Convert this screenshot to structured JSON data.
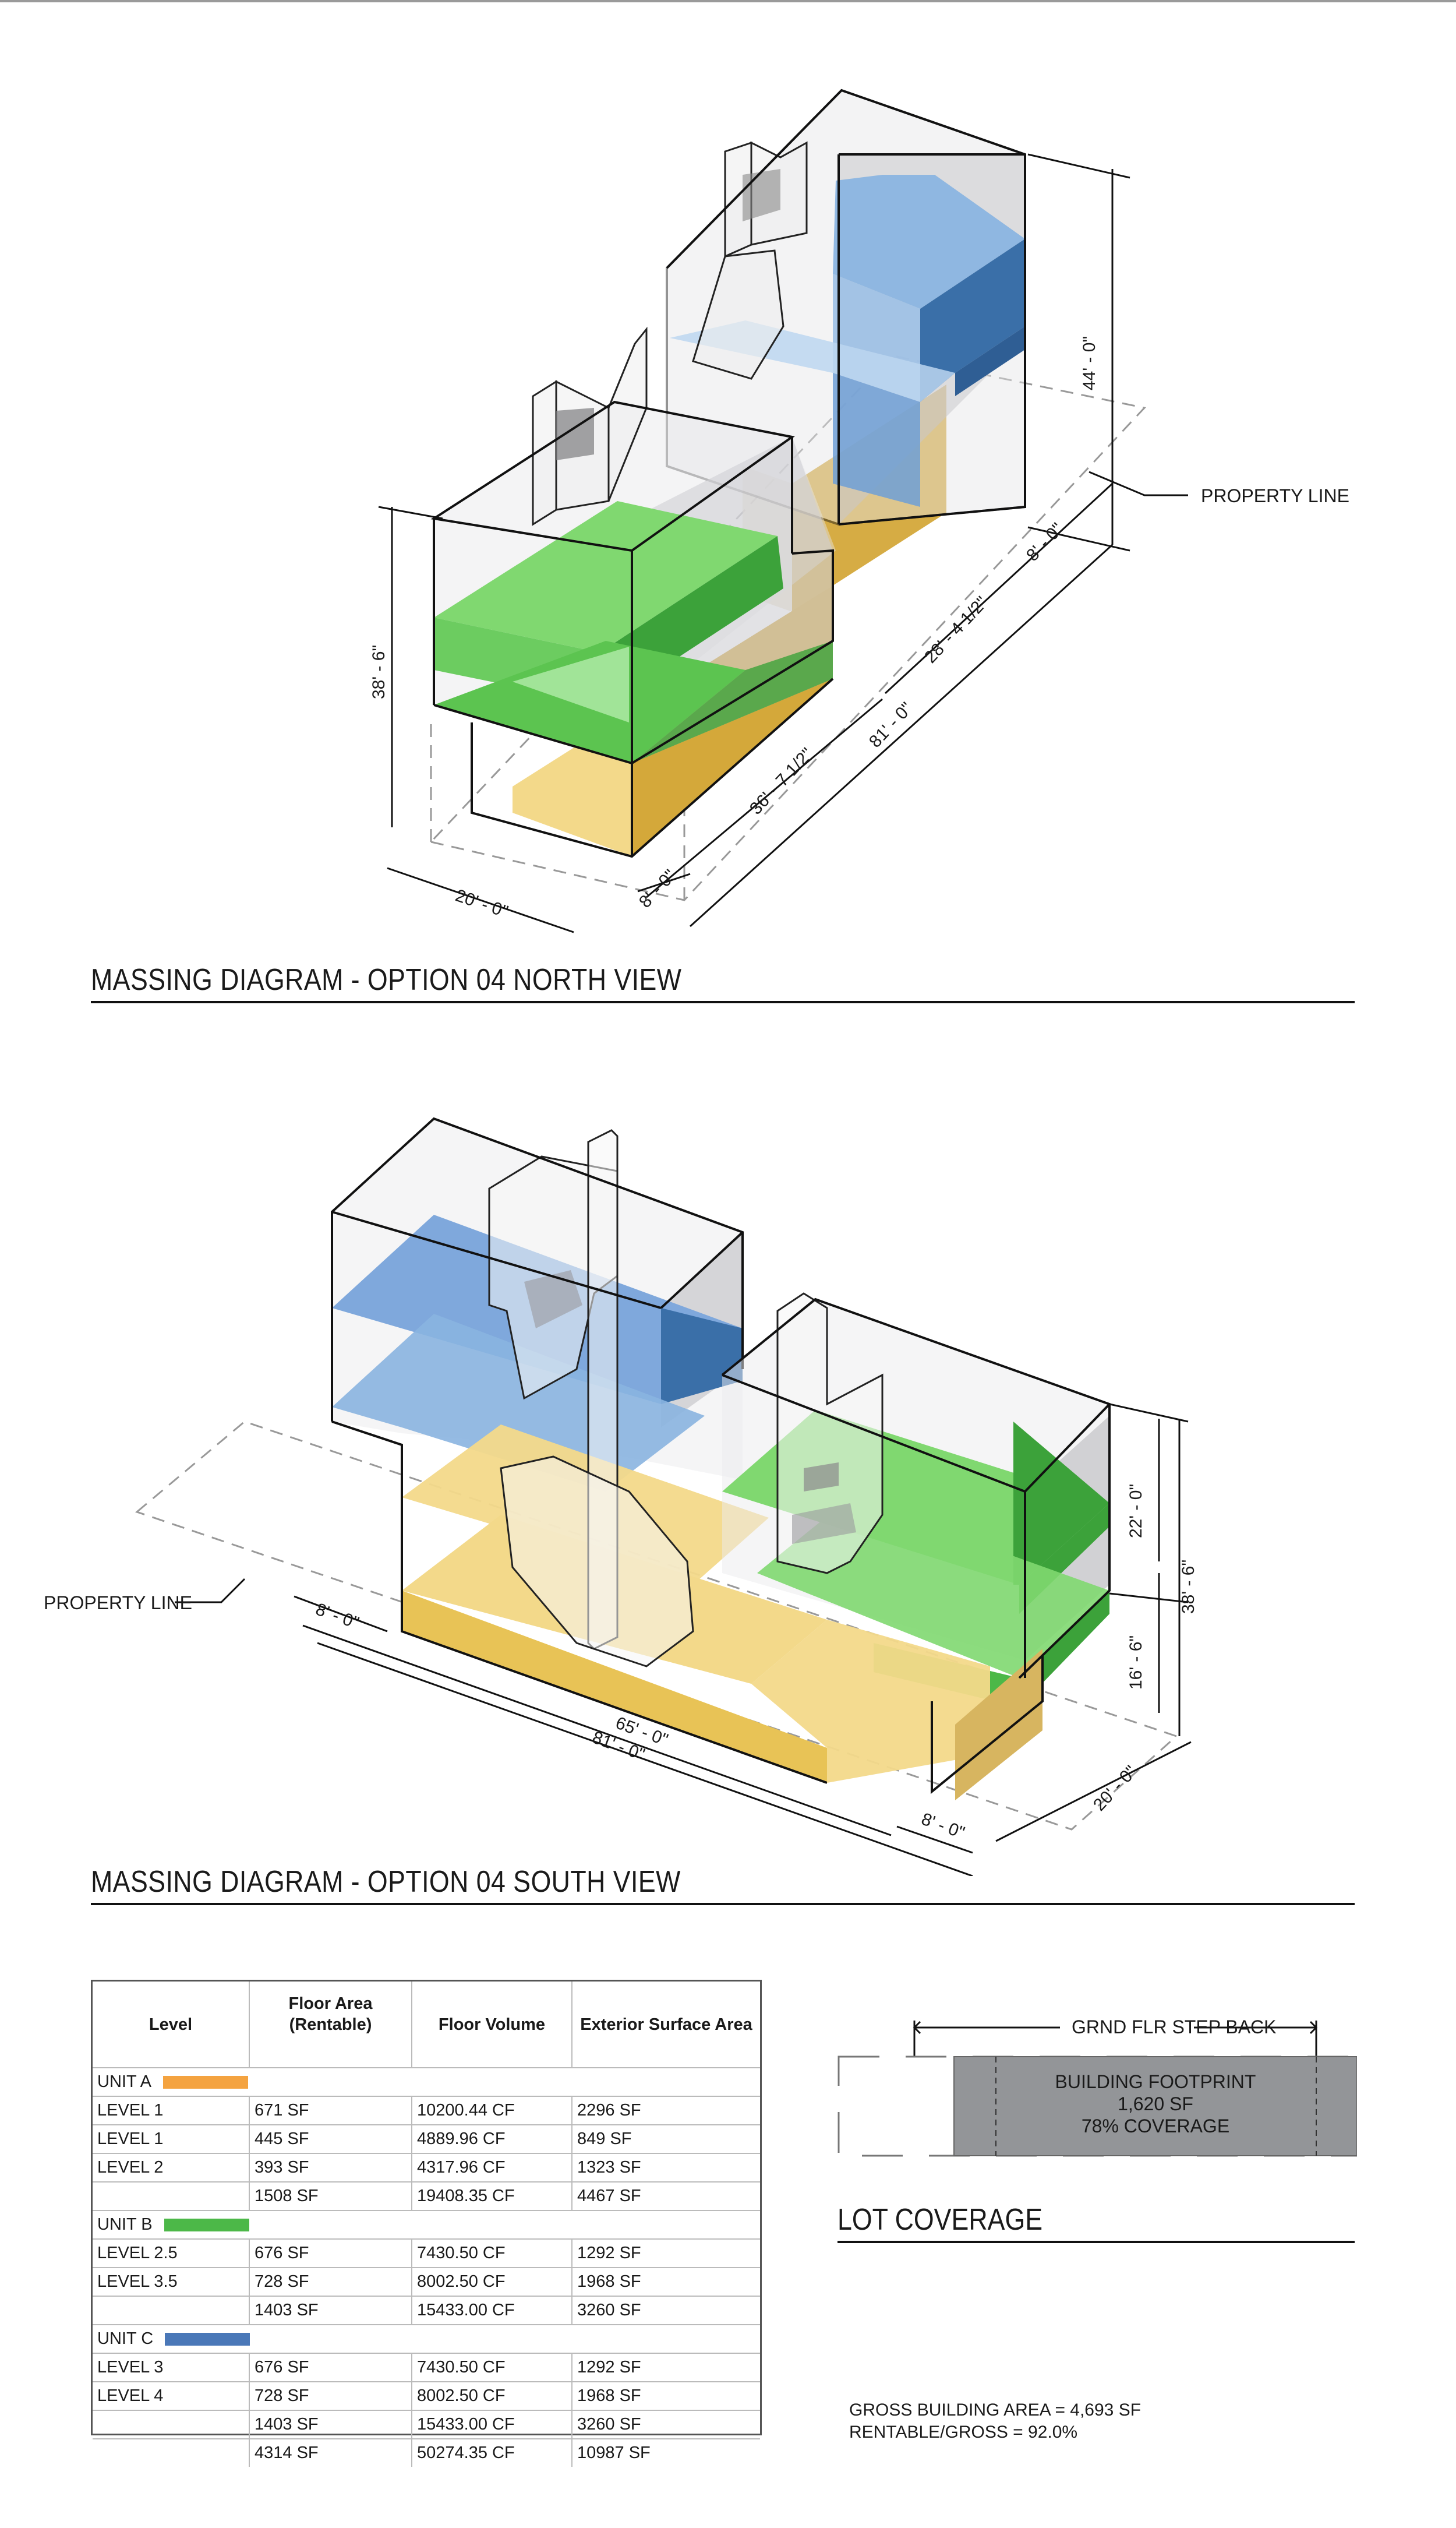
{
  "north_view": {
    "title": "MASSING DIAGRAM - OPTION 04 NORTH VIEW",
    "dims": {
      "height_total": "44' - 0\"",
      "height_front": "38' - 6\"",
      "width": "20' - 0\"",
      "setback_front": "8' - 0\"",
      "depth_front": "36' - 7 1/2\"",
      "depth_total": "81' - 0\"",
      "depth_back": "28' - 4 1/2\"",
      "setback_back": "8' - 0\""
    },
    "property_line_label": "PROPERTY LINE"
  },
  "south_view": {
    "title": "MASSING DIAGRAM - OPTION 04 SOUTH VIEW",
    "dims": {
      "setback_left": "8' - 0\"",
      "depth_inner": "65' - 0\"",
      "depth_total": "81' - 0\"",
      "setback_right": "8' - 0\"",
      "width": "20' - 0\"",
      "height_upper": "22' - 0\"",
      "height_lower": "16' - 6\"",
      "height_total": "38' - 6\""
    },
    "property_line_label": "PROPERTY LINE"
  },
  "area_table": {
    "headers": [
      "Level",
      "Floor Area (Rentable)",
      "Floor Volume",
      "Exterior Surface Area"
    ],
    "header_lines": {
      "level": "Level",
      "floor_area_1": "Floor Area",
      "floor_area_2": "(Rentable)",
      "volume": "Floor Volume",
      "surface": "Exterior Surface Area"
    },
    "units": [
      {
        "name": "UNIT A",
        "color": "#f4a340",
        "rows": [
          [
            "LEVEL 1",
            "671 SF",
            "10200.44 CF",
            "2296 SF"
          ],
          [
            "LEVEL 1",
            "445 SF",
            "4889.96 CF",
            "849 SF"
          ],
          [
            "LEVEL 2",
            "393 SF",
            "4317.96 CF",
            "1323 SF"
          ],
          [
            "",
            "1508 SF",
            "19408.35 CF",
            "4467 SF"
          ]
        ]
      },
      {
        "name": "UNIT B",
        "color": "#4cb848",
        "rows": [
          [
            "LEVEL 2.5",
            "676 SF",
            "7430.50 CF",
            "1292 SF"
          ],
          [
            "LEVEL 3.5",
            "728 SF",
            "8002.50 CF",
            "1968 SF"
          ],
          [
            "",
            "1403 SF",
            "15433.00 CF",
            "3260 SF"
          ]
        ]
      },
      {
        "name": "UNIT C",
        "color": "#4a78b8",
        "rows": [
          [
            "LEVEL 3",
            "676 SF",
            "7430.50 CF",
            "1292 SF"
          ],
          [
            "LEVEL 4",
            "728 SF",
            "8002.50 CF",
            "1968 SF"
          ],
          [
            "",
            "1403 SF",
            "15433.00 CF",
            "3260 SF"
          ]
        ]
      }
    ],
    "totals": [
      "",
      "4314 SF",
      "50274.35 CF",
      "10987 SF"
    ]
  },
  "lot_coverage": {
    "title": "LOT COVERAGE",
    "step_back_label": "GRND FLR STEP BACK",
    "footprint_line1": "BUILDING FOOTPRINT",
    "footprint_line2": "1,620 SF",
    "footprint_line3": "78% COVERAGE",
    "gross_area": "GROSS BUILDING AREA = 4,693 SF",
    "rentable_ratio": "RENTABLE/GROSS = 92.0%"
  },
  "colors": {
    "unit_a_yellow": "#d4a83a",
    "unit_a_light": "#f3d98a",
    "unit_b_green": "#4cb848",
    "unit_b_light": "#80d870",
    "unit_c_blue": "#4a78b8",
    "unit_c_light": "#8ab4e0",
    "footprint_gray": "#939598"
  }
}
